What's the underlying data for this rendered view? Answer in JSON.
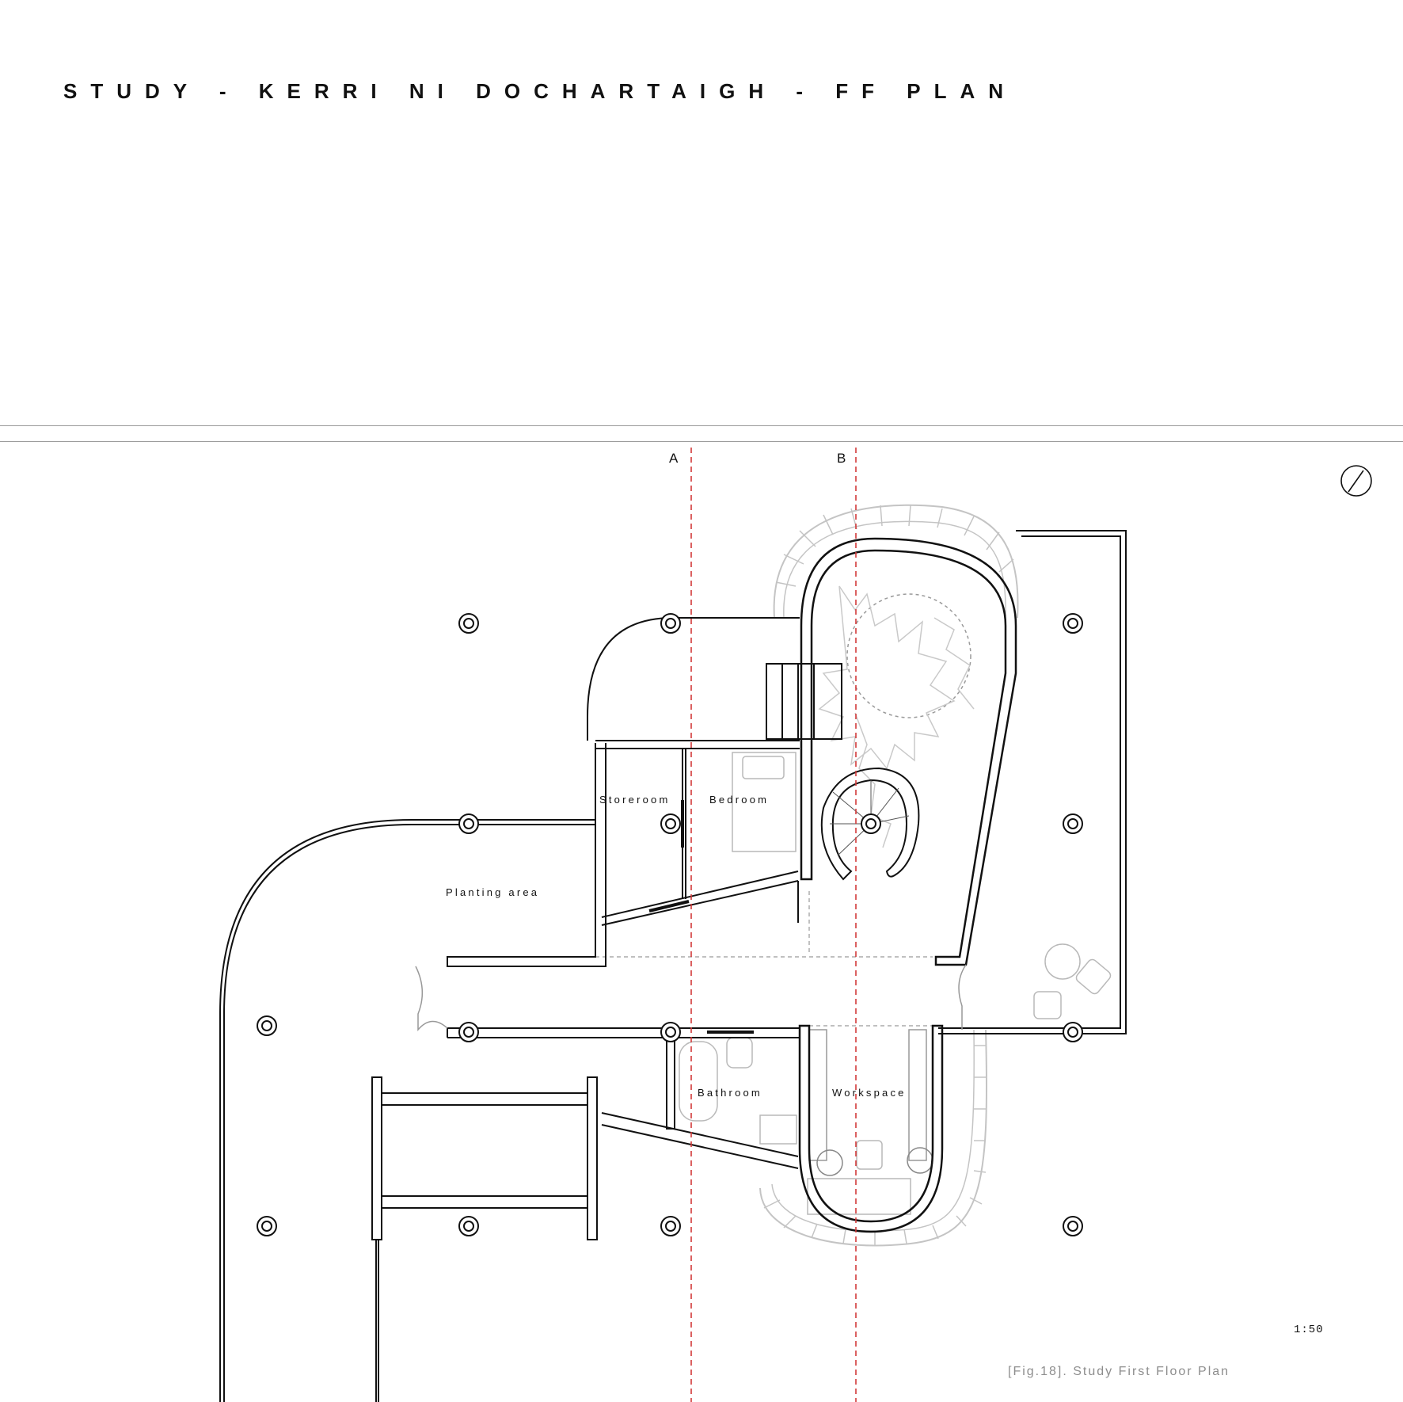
{
  "title": "STUDY - KERRI  NI DOCHARTAIGH - FF PLAN",
  "section_marks": [
    "A",
    "B"
  ],
  "rooms": {
    "storeroom": "Storeroom",
    "bedroom": "Bedroom",
    "planting": "Planting area",
    "bathroom": "Bathroom",
    "workspace": "Workspace"
  },
  "scale": "1:50",
  "caption": "[Fig.18]. Study First Floor Plan",
  "colors": {
    "wall": "#111111",
    "furniture": "#b9b9b9",
    "section_line": "#d23a3a",
    "caption": "#8d8d8d"
  }
}
